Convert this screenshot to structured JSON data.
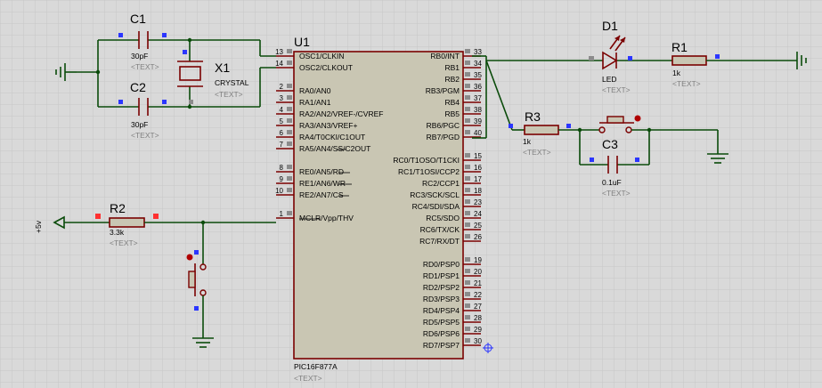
{
  "colors": {
    "background": "#d9d9d9",
    "grid": "#c6c6c6",
    "wire": "#0a4b0a",
    "component": "#7a0000",
    "chip_fill": "#c9c6b3",
    "resistor_fill": "#c9c6b3",
    "pin_marker": "#8b8b8b",
    "blue_marker": "#2b36ff",
    "red_marker": "#ff3030"
  },
  "components": {
    "c1": {
      "ref": "C1",
      "value": "30pF",
      "text": "<TEXT>"
    },
    "c2": {
      "ref": "C2",
      "value": "30pF",
      "text": "<TEXT>"
    },
    "x1": {
      "ref": "X1",
      "value": "CRYSTAL",
      "text": "<TEXT>"
    },
    "u1": {
      "ref": "U1",
      "part": "PIC16F877A",
      "text": "<TEXT>"
    },
    "d1": {
      "ref": "D1",
      "value": "LED",
      "text": "<TEXT>"
    },
    "r1": {
      "ref": "R1",
      "value": "1k",
      "text": "<TEXT>"
    },
    "r2": {
      "ref": "R2",
      "value": "3.3k",
      "text": "<TEXT>"
    },
    "r3": {
      "ref": "R3",
      "value": "1k",
      "text": "<TEXT>"
    },
    "c3": {
      "ref": "C3",
      "value": "0.1uF",
      "text": "<TEXT>"
    }
  },
  "power": {
    "supply_label": "+5v"
  },
  "pins_left": [
    {
      "num": "13",
      "name": "OSC1/CLKIN"
    },
    {
      "num": "14",
      "name": "OSC2/CLKOUT"
    },
    {
      "num": "2",
      "name": "RA0/AN0"
    },
    {
      "num": "3",
      "name": "RA1/AN1"
    },
    {
      "num": "4",
      "name": "RA2/AN2/VREF-/CVREF"
    },
    {
      "num": "5",
      "name": "RA3/AN3/VREF+"
    },
    {
      "num": "6",
      "name": "RA4/T0CKI/C1OUT"
    },
    {
      "num": "7",
      "name": "RA5/AN4/SS/C2OUT"
    },
    {
      "num": "8",
      "name": "RE0/AN5/RD"
    },
    {
      "num": "9",
      "name": "RE1/AN6/WR"
    },
    {
      "num": "10",
      "name": "RE2/AN7/CS"
    },
    {
      "num": "1",
      "name": "MCLR/Vpp/THV"
    }
  ],
  "pins_right": [
    {
      "num": "33",
      "name": "RB0/INT"
    },
    {
      "num": "34",
      "name": "RB1"
    },
    {
      "num": "35",
      "name": "RB2"
    },
    {
      "num": "36",
      "name": "RB3/PGM"
    },
    {
      "num": "37",
      "name": "RB4"
    },
    {
      "num": "38",
      "name": "RB5"
    },
    {
      "num": "39",
      "name": "RB6/PGC"
    },
    {
      "num": "40",
      "name": "RB7/PGD"
    },
    {
      "num": "15",
      "name": "RC0/T1OSO/T1CKI"
    },
    {
      "num": "16",
      "name": "RC1/T1OSI/CCP2"
    },
    {
      "num": "17",
      "name": "RC2/CCP1"
    },
    {
      "num": "18",
      "name": "RC3/SCK/SCL"
    },
    {
      "num": "23",
      "name": "RC4/SDI/SDA"
    },
    {
      "num": "24",
      "name": "RC5/SDO"
    },
    {
      "num": "25",
      "name": "RC6/TX/CK"
    },
    {
      "num": "26",
      "name": "RC7/RX/DT"
    },
    {
      "num": "19",
      "name": "RD0/PSP0"
    },
    {
      "num": "20",
      "name": "RD1/PSP1"
    },
    {
      "num": "21",
      "name": "RD2/PSP2"
    },
    {
      "num": "22",
      "name": "RD3/PSP3"
    },
    {
      "num": "27",
      "name": "RD4/PSP4"
    },
    {
      "num": "28",
      "name": "RD5/PSP5"
    },
    {
      "num": "29",
      "name": "RD6/PSP6"
    },
    {
      "num": "30",
      "name": "RD7/PSP7"
    }
  ]
}
